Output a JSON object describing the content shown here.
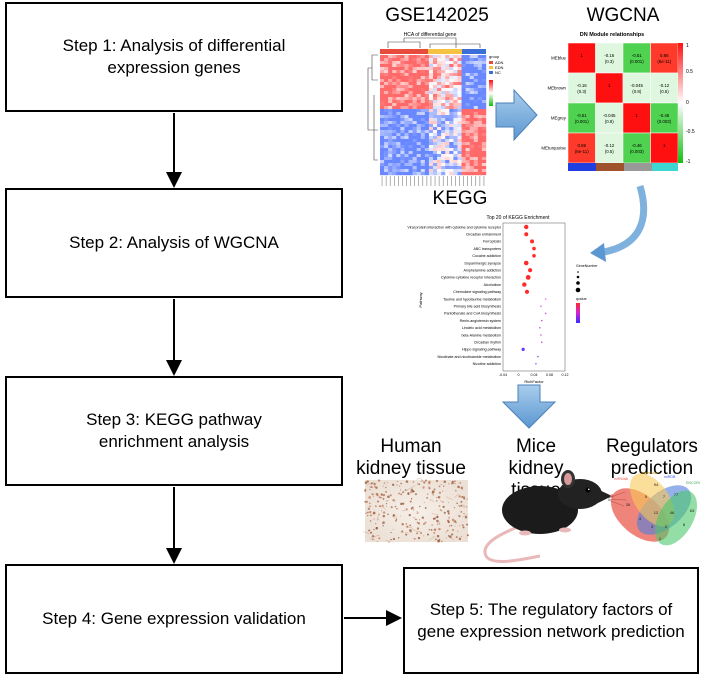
{
  "steps": [
    {
      "text": "Step 1: Analysis of differential expression genes"
    },
    {
      "text": "Step 2: Analysis of WGCNA"
    },
    {
      "text": "Step 3:  KEGG pathway enrichment analysis"
    },
    {
      "text": "Step 4: Gene expression validation"
    },
    {
      "text": "Step 5: The regulatory factors of gene expression network prediction"
    }
  ],
  "labels": {
    "gse": "GSE142025",
    "wgcna": "WGCNA",
    "kegg": "KEGG",
    "human": "Human kidney tissue",
    "mice": "Mice kidney tissue",
    "regulators": "Regulators prediction"
  },
  "heatmap": {
    "title": "HCA of differential gene",
    "legend": [
      "group",
      "ADN",
      "EDN",
      "NC"
    ]
  },
  "module": {
    "title": "DN Module relationships",
    "rows": [
      "MEblue",
      "MEbrown",
      "MEgrey",
      "MEturquoise"
    ],
    "cells": [
      [
        "1",
        "-0.16\n(0.3)",
        "-0.51\n(0.001)",
        "0.86\n(6e-11)"
      ],
      [
        "-0.16\n(0.3)",
        "1",
        "-0.045\n(0.8)",
        "-0.12\n(0.5)"
      ],
      [
        "-0.51\n(0.001)",
        "-0.045\n(0.8)",
        "1",
        "-0.46\n(0.003)"
      ],
      [
        "0.86\n(6e-11)",
        "-0.12\n(0.5)",
        "-0.46\n(0.003)",
        "1"
      ]
    ],
    "scale": [
      "1",
      "0.5",
      "0",
      "-0.5",
      "-1"
    ]
  },
  "enrichment": {
    "title": "Top 20 of KEGG Enrichment",
    "xlabel": "RichFactor",
    "ylabel": "Pathway",
    "xticks": [
      "-0.04",
      "0",
      "0.04",
      "0.08",
      "0.12"
    ],
    "pathways": [
      "Viral protein interaction with cytokine and cytokine receptor",
      "Circadian entrainment",
      "Ferroptosis",
      "ABC transporters",
      "Cocaine addiction",
      "Dopaminergic synapse",
      "Amphetamine addiction",
      "Cytokine-cytokine receptor interaction",
      "Alcoholism",
      "Chemokine signaling pathway",
      "Taurine and hypotaurine metabolism",
      "Primary bile acid biosynthesis",
      "Pantothenate and CoA biosynthesis",
      "Renin-angiotensin system",
      "Linoleic acid metabolism",
      "beta-Alanine metabolism",
      "Circadian rhythm",
      "Hippo signaling pathway",
      "Nicotinate and nicotinamide metabolism",
      "Nicotine addiction"
    ],
    "legend_count": "GeneNumber",
    "legend_count_values": [
      "1",
      "2",
      "3",
      "4"
    ],
    "legend_p": "qvalue",
    "legend_p_values": [
      "0.12",
      "0.08",
      "0.04"
    ]
  },
  "venn": {
    "labels": [
      "miRWalk",
      "TargetScan",
      "miRDB",
      "ENCORI"
    ],
    "values": [
      "26",
      "94",
      "77",
      "63",
      "5",
      "7",
      "4",
      "12",
      "46",
      "3",
      "2",
      "1",
      "8"
    ]
  }
}
